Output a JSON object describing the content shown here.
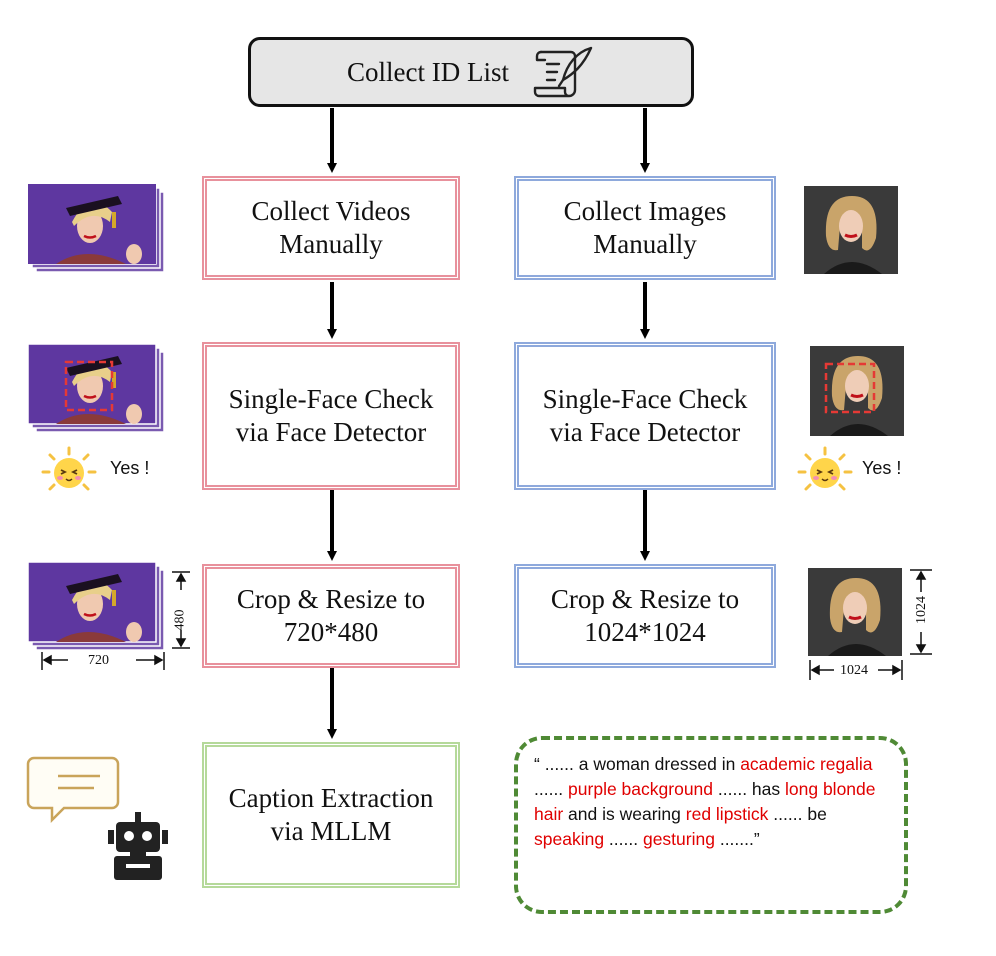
{
  "top_box": {
    "label": "Collect ID List"
  },
  "left_column": {
    "step1": [
      "Collect Videos",
      "Manually"
    ],
    "step2": [
      "Single-Face Check",
      "via Face Detector"
    ],
    "step3": [
      "Crop & Resize to",
      "720*480"
    ],
    "step4": [
      "Caption Extraction",
      "via MLLM"
    ],
    "yes_label": "Yes !",
    "width_label": "720",
    "height_label": "480"
  },
  "right_column": {
    "step1": [
      "Collect Images",
      "Manually"
    ],
    "step2": [
      "Single-Face Check",
      "via Face Detector"
    ],
    "step3": [
      "Crop & Resize to",
      "1024*1024"
    ],
    "yes_label": "Yes !",
    "width_label": "1024",
    "height_label": "1024"
  },
  "caption": {
    "segments": [
      {
        "text": "“ ...... a woman dressed in ",
        "highlight": false
      },
      {
        "text": "academic regalia",
        "highlight": true
      },
      {
        "text": " ...... ",
        "highlight": false
      },
      {
        "text": "purple background",
        "highlight": true
      },
      {
        "text": " ...... has ",
        "highlight": false
      },
      {
        "text": "long blonde hair",
        "highlight": true
      },
      {
        "text": " and is wearing ",
        "highlight": false
      },
      {
        "text": "red lipstick",
        "highlight": true
      },
      {
        "text": " ...... be ",
        "highlight": false
      },
      {
        "text": "speaking",
        "highlight": true
      },
      {
        "text": " ...... ",
        "highlight": false
      },
      {
        "text": "gesturing",
        "highlight": true
      },
      {
        "text": " .......”",
        "highlight": false
      }
    ]
  },
  "colors": {
    "pink": "#e8919c",
    "blue": "#8ea9dc",
    "green": "#b5d99a",
    "dashed_green": "#4f8a35",
    "highlight_red": "#e00000",
    "face_box_red": "#e53935",
    "purple_bg": "#6b3fa0"
  },
  "icons": [
    "scroll-quill-icon",
    "sun-face-icon",
    "speech-bubble-icon",
    "robot-icon"
  ]
}
